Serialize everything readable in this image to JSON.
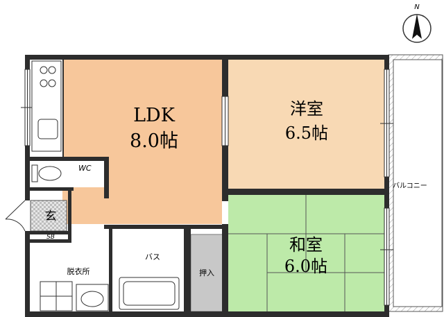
{
  "compass": {
    "north": "N"
  },
  "rooms": {
    "ldk": {
      "name": "LDK",
      "size": "8.0帖"
    },
    "yoshitsu": {
      "name": "洋室",
      "size": "6.5帖"
    },
    "washitsu": {
      "name": "和室",
      "size": "6.0帖"
    }
  },
  "labels": {
    "wc": "WC",
    "genkan": "玄",
    "sb": "SB",
    "datsuijo": "脱衣所",
    "bath": "バス",
    "oshiire": "押入",
    "balcony": "バルコニー"
  },
  "colors": {
    "ldk": "#f7c79b",
    "yoshitsu": "#f8d9b4",
    "washitsu": "#bdeaa9",
    "wall": "#2d2d2d",
    "balcony_hatch": "#9a9a9a",
    "genkan_tile": "#d7d7d7",
    "closet": "#c8c8c8"
  }
}
